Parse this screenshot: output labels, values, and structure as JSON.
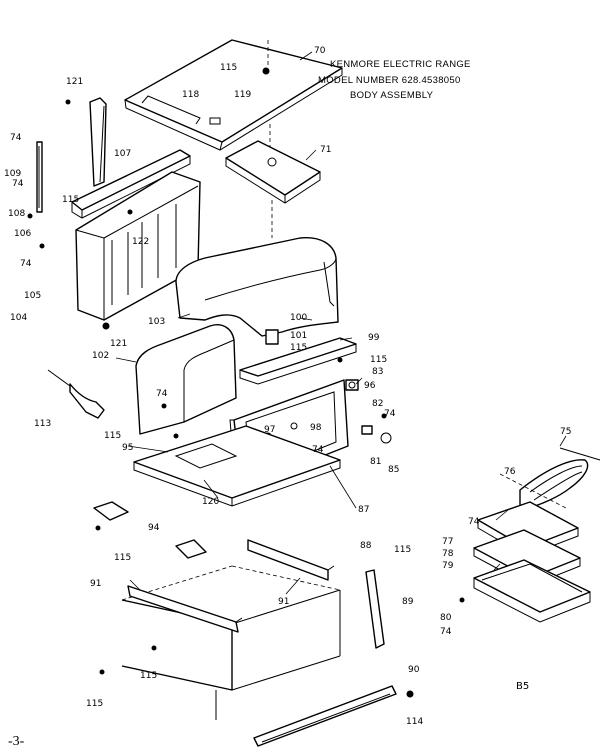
{
  "title": {
    "line1": "KENMORE ELECTRIC RANGE",
    "line2": "MODEL NUMBER 628.4538050",
    "line3": "BODY ASSEMBLY"
  },
  "page_number": "-3-",
  "figure_code": "B5",
  "part_labels": [
    "70",
    "115",
    "118",
    "119",
    "71",
    "121",
    "74",
    "109",
    "74",
    "108",
    "107",
    "115",
    "122",
    "106",
    "74",
    "105",
    "104",
    "121",
    "103",
    "100",
    "101",
    "115",
    "99",
    "115",
    "102",
    "74",
    "83",
    "96",
    "113",
    "115",
    "97",
    "98",
    "74",
    "82",
    "74",
    "95",
    "81",
    "85",
    "120",
    "87",
    "75",
    "76",
    "74",
    "77",
    "78",
    "79",
    "80",
    "74",
    "94",
    "115",
    "88",
    "115",
    "91",
    "91",
    "89",
    "115",
    "115",
    "90",
    "114"
  ]
}
